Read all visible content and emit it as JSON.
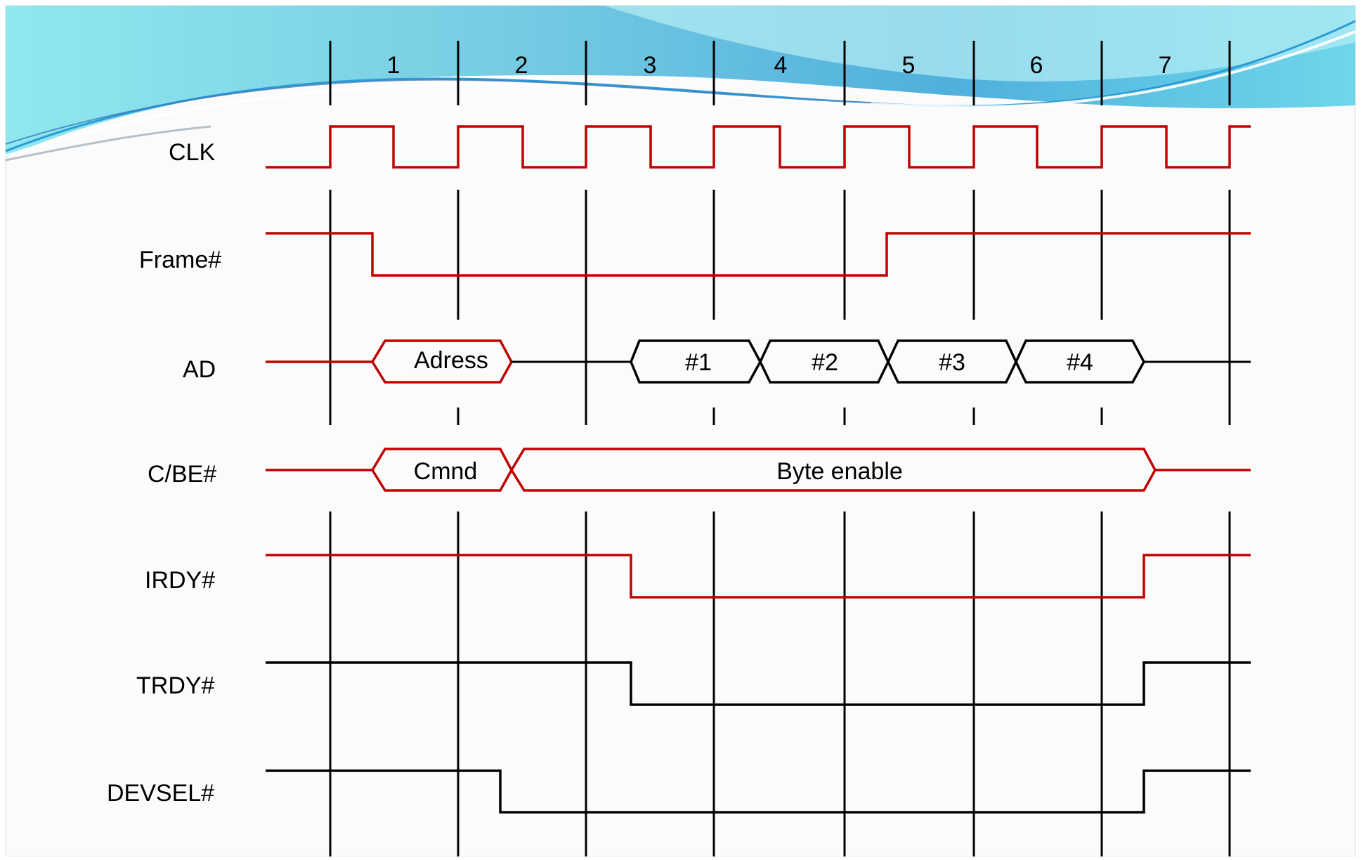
{
  "cycles": [
    "1",
    "2",
    "3",
    "4",
    "5",
    "6",
    "7"
  ],
  "signals": {
    "clk": "CLK",
    "frame": "Frame#",
    "ad": "AD",
    "cbe": "C/BE#",
    "irdy": "IRDY#",
    "trdy": "TRDY#",
    "devsel": "DEVSEL#"
  },
  "bus_values": {
    "ad_address": "Adress",
    "ad_data": [
      "#1",
      "#2",
      "#3",
      "#4"
    ],
    "cbe_command": "Cmnd",
    "cbe_byte_enable": "Byte enable"
  },
  "colors": {
    "master_driven": "#c00000",
    "target_driven": "#000000",
    "banner_light": "#8fe3ee",
    "banner_dark": "#2a8fc4"
  }
}
